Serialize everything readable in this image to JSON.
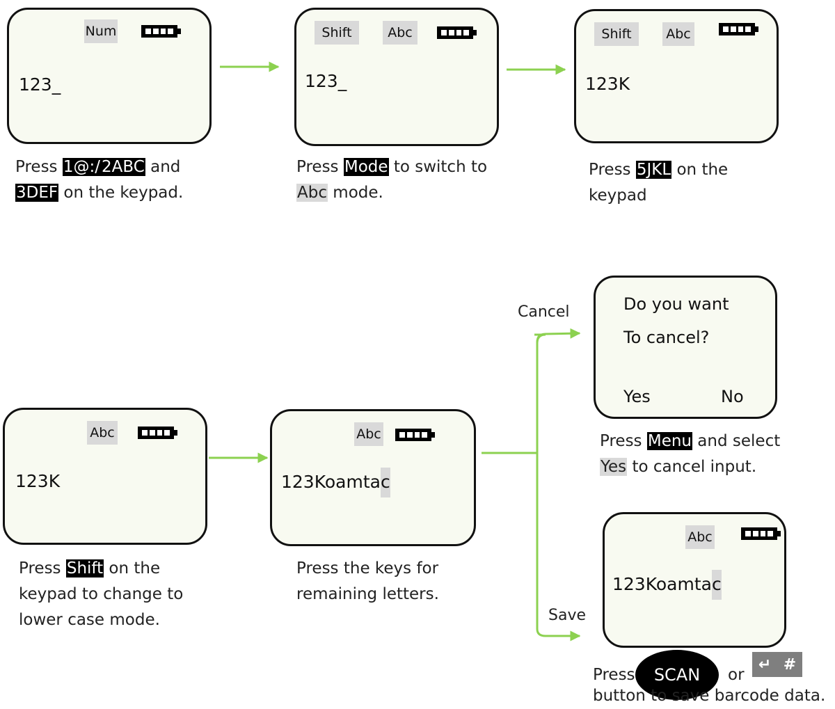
{
  "colors": {
    "arrow": "#8cd150",
    "screen_bg": "#f8faf1",
    "chip_bg": "#d9d9d9",
    "key_bg": "#000000"
  },
  "screens": {
    "s1": {
      "mode": "Num",
      "entry": "123_",
      "battery": "full"
    },
    "s2": {
      "shift": "Shift",
      "mode": "Abc",
      "entry": "123_",
      "battery": "full"
    },
    "s3": {
      "shift": "Shift",
      "mode": "Abc",
      "entry": "123K",
      "battery": "full"
    },
    "s4": {
      "mode": "Abc",
      "entry": "123K",
      "battery": "full"
    },
    "s5": {
      "mode": "Abc",
      "entry_main": "123Koamta",
      "entry_cursor": "c",
      "battery": "full"
    },
    "dialog": {
      "line1": "Do you want",
      "line2": "To cancel?",
      "yes": "Yes",
      "no": "No"
    },
    "s7": {
      "mode": "Abc",
      "entry_main": "123Koamta",
      "entry_cursor": "c",
      "battery": "full"
    }
  },
  "captions": {
    "c1": {
      "press": "Press ",
      "key1": "1@:/",
      "key2": "2ABC",
      "and": " and",
      "key3": "3DEF",
      "rest": " on the keypad."
    },
    "c2": {
      "press": "Press ",
      "key": "Mode",
      "mid": " to switch to",
      "mode": "Abc",
      "rest": " mode."
    },
    "c3": {
      "press": "Press ",
      "key": "5JKL",
      "mid": " on the",
      "rest": "keypad"
    },
    "c4": {
      "press": "Press ",
      "key": "Shift",
      "mid": " on the",
      "line2": "keypad to change to",
      "line3": "lower case mode."
    },
    "c5": {
      "line1": "Press the keys for",
      "line2": "remaining letters."
    },
    "c6": {
      "press": "Press ",
      "key": "Menu",
      "mid": " and select",
      "soft": "Yes",
      "rest": " to cancel input."
    },
    "c7": {
      "press": "Press",
      "scan": "SCAN",
      "or": "or",
      "enter_glyph": "↵",
      "hash_glyph": "#",
      "line2": "button to save barcode data."
    }
  },
  "branches": {
    "cancel": "Cancel",
    "save": "Save"
  }
}
